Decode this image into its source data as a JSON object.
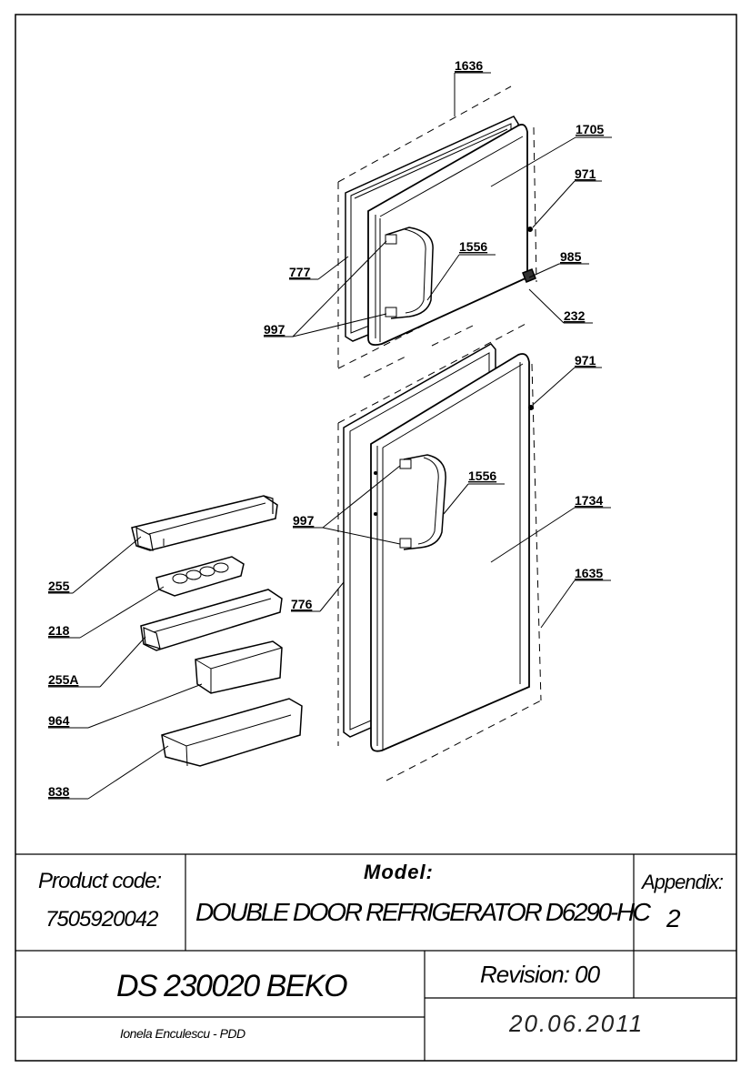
{
  "diagram": {
    "part_numbers": {
      "top_gasket": "1636",
      "freezer_door": "1705",
      "hinge_pin_top": "971",
      "stop_985": "985",
      "handle_top": "1556",
      "gasket_777": "777",
      "screws_top": "997",
      "hinge_232": "232",
      "hinge_pin_bottom": "971",
      "handle_bottom": "1556",
      "fridge_door": "1734",
      "screws_bottom": "997",
      "bottom_gasket": "1635",
      "gasket_776": "776",
      "shelf_255": "255",
      "egg_tray": "218",
      "shelf_255a": "255A",
      "butter_box": "964",
      "bottle_shelf": "838"
    }
  },
  "title_block": {
    "product_code_label": "Product code:",
    "product_code_value": "7505920042",
    "model_label": "Model:",
    "model_value": "DOUBLE DOOR REFRIGERATOR D6290-HC",
    "appendix_label": "Appendix:",
    "appendix_value": "2",
    "document": "DS 230020  BEKO",
    "revision": "Revision: 00",
    "author": "Ionela Enculescu - PDD",
    "date": "20.06.2011"
  }
}
